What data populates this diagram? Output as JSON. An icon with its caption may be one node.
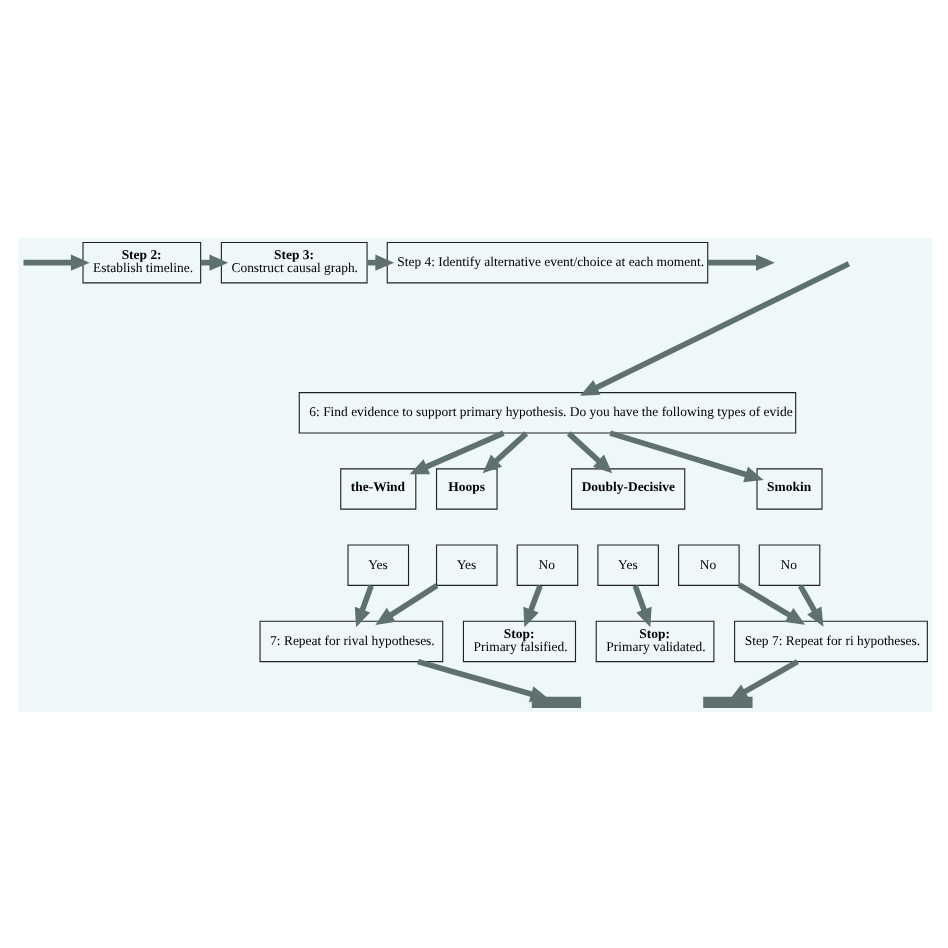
{
  "diagram": {
    "nodes": [
      {
        "text": [
          "Step 2:",
          "Establish timeline."
        ]
      },
      {
        "text": [
          "Step 3:",
          "Construct causal graph."
        ]
      },
      {
        "text": [
          "Step 4: Identify alternative event/choice at each moment."
        ]
      },
      {
        "text": [
          "6: Find evidence to support primary hypothesis. Do you have the following types of evide"
        ]
      },
      {
        "text": [
          "the-Wind"
        ]
      },
      {
        "text": [
          "Hoops"
        ]
      },
      {
        "text": [
          "Doubly-Decisive"
        ]
      },
      {
        "text": [
          "Smokin"
        ]
      },
      {
        "text": [
          "Yes"
        ]
      },
      {
        "text": [
          "Yes"
        ]
      },
      {
        "text": [
          "No"
        ]
      },
      {
        "text": [
          "Yes"
        ]
      },
      {
        "text": [
          "No"
        ]
      },
      {
        "text": [
          "No"
        ]
      },
      {
        "text": [
          "7: Repeat for rival hypotheses."
        ]
      },
      {
        "text": [
          "Stop:",
          "Primary falsified."
        ]
      },
      {
        "text": [
          "Stop:",
          "Primary validated."
        ]
      },
      {
        "text": [
          "Step 7: Repeat for ri hypotheses."
        ]
      },
      {
        "text": [],
        "shape": "bar"
      },
      {
        "text": [],
        "shape": "bar"
      }
    ],
    "edges": [
      {
        "from": null,
        "to": 0,
        "arrow": "to"
      },
      {
        "from": 0,
        "to": 1,
        "arrow": "to"
      },
      {
        "from": 1,
        "to": 2,
        "arrow": "to"
      },
      {
        "from": 2,
        "to": null,
        "arrow": "to"
      },
      {
        "from": null,
        "to": 3,
        "arrow": "to"
      },
      {
        "from": 3,
        "to": 4,
        "arrow": "to"
      },
      {
        "from": 3,
        "to": 5,
        "arrow": "to"
      },
      {
        "from": 3,
        "to": 6,
        "arrow": "to"
      },
      {
        "from": 3,
        "to": 7,
        "arrow": "to"
      },
      {
        "from": 8,
        "to": 14,
        "arrow": "to"
      },
      {
        "from": 9,
        "to": 14,
        "arrow": "to"
      },
      {
        "from": 10,
        "to": 15,
        "arrow": "to"
      },
      {
        "from": 11,
        "to": 16,
        "arrow": "to"
      },
      {
        "from": 12,
        "to": 17,
        "arrow": "to"
      },
      {
        "from": 13,
        "to": 17,
        "arrow": "to"
      },
      {
        "from": 14,
        "to": 18,
        "arrow": "to"
      },
      {
        "from": 17,
        "to": 19,
        "arrow": "to"
      }
    ]
  }
}
